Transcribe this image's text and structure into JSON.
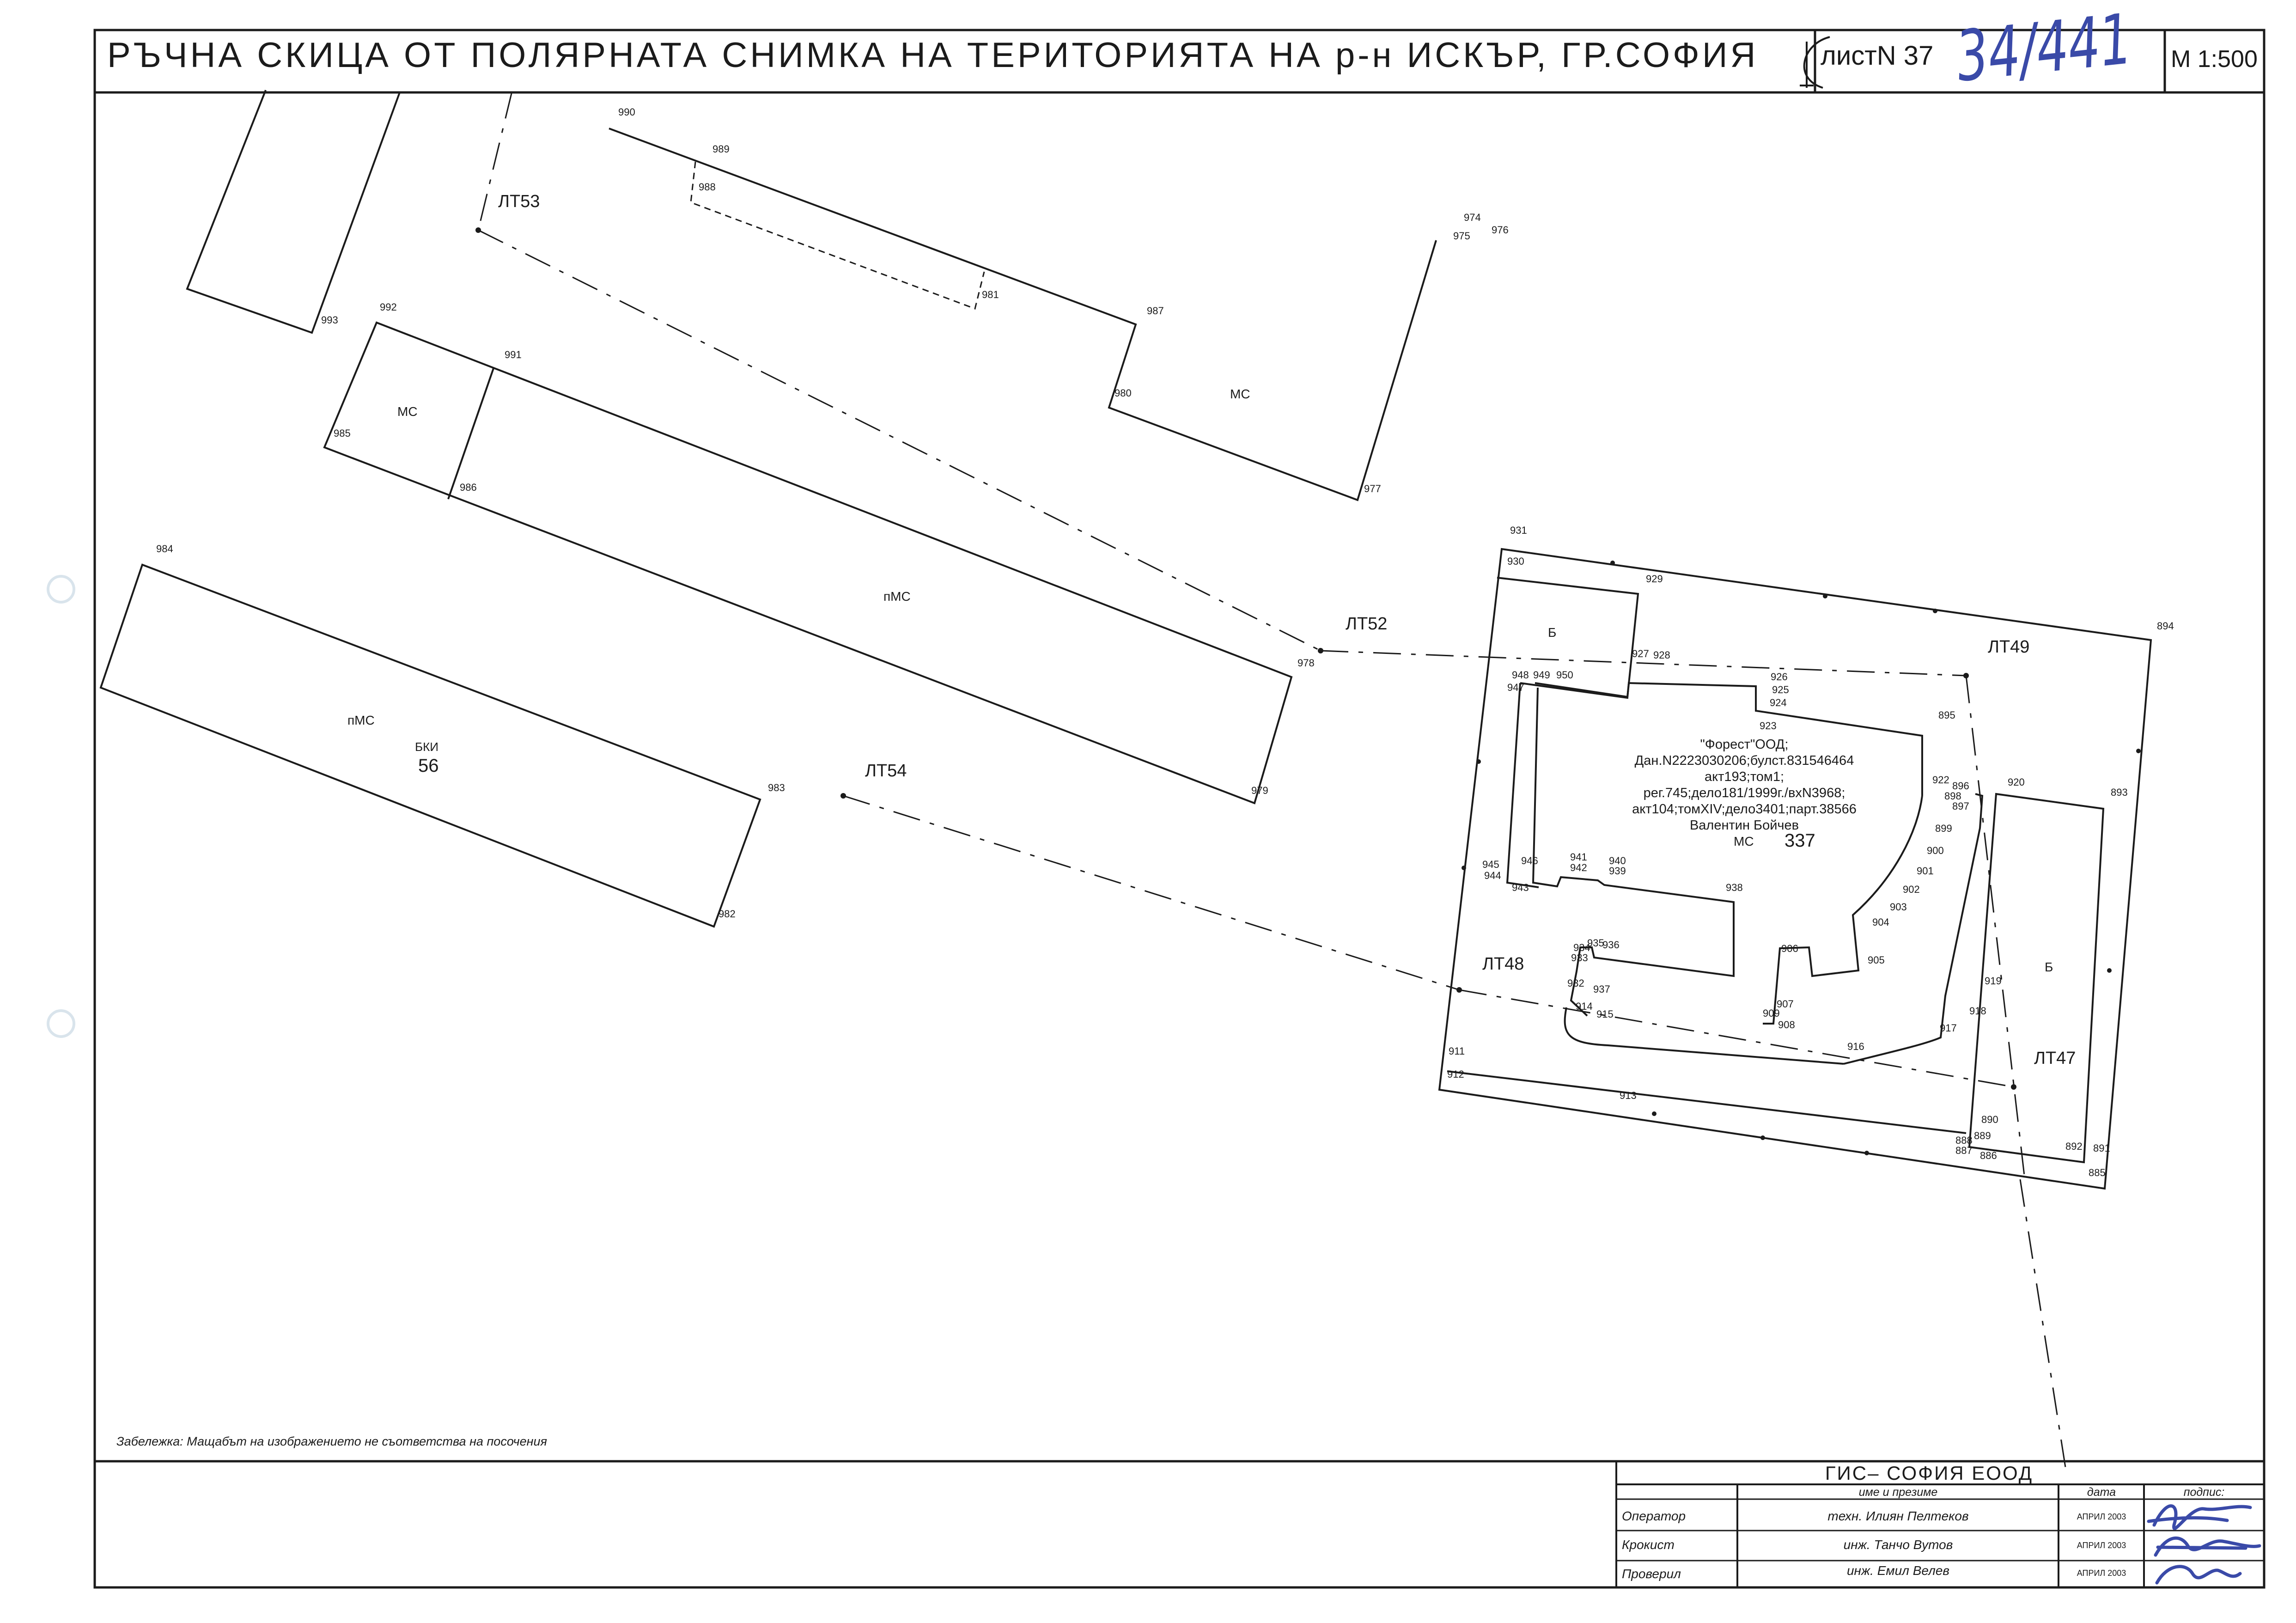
{
  "header": {
    "title": "РЪЧНА СКИЦА ОТ ПОЛЯРНАТА СНИМКА НА ТЕРИТОРИЯТА НА р-н ИСКЪР, ГР.СОФИЯ",
    "sheet_label": "листN 37",
    "handwritten_number": "34/441",
    "scale": "М 1:500"
  },
  "note": "Забележка: Мащабът на изображението не съответства на посочения",
  "owner_block": {
    "line1": "\"Форест\"ООД;",
    "line2": "Дан.N2223030206;булст.831546464",
    "line3": "акт193;том1;",
    "line4": "рег.745;дело181/1999г./вхN3968;",
    "line5": "акт104;томXIV;дело3401;парт.38566",
    "line6": "Валентин Бойчев"
  },
  "area_labels": {
    "ms_top_right": "МС",
    "ms_left": "МС",
    "pms_middle": "пМС",
    "pms_lower": "пМС",
    "bki": "БКИ",
    "parcel_56": "56",
    "b_upper": "Б",
    "b_right": "Б",
    "ms_parcel": "МС",
    "parcel_337": "337"
  },
  "station_labels": {
    "lt53": "ЛТ53",
    "lt52": "ЛТ52",
    "lt54": "ЛТ54",
    "lt49": "ЛТ49",
    "lt48": "ЛТ48",
    "lt47": "ЛТ47"
  },
  "point_numbers": {
    "p990": "990",
    "p989": "989",
    "p988": "988",
    "p981": "981",
    "p987": "987",
    "p980": "980",
    "p977": "977",
    "p974": "974",
    "p975": "975",
    "p976": "976",
    "p993": "993",
    "p992": "992",
    "p991": "991",
    "p985": "985",
    "p986": "986",
    "p978": "978",
    "p979": "979",
    "p984": "984",
    "p983": "983",
    "p982": "982",
    "p931": "931",
    "p930": "930",
    "p929": "929",
    "p894": "894",
    "p893": "893",
    "p927": "927",
    "p928": "928",
    "p926": "926",
    "p925": "925",
    "p924": "924",
    "p923": "923",
    "p895": "895",
    "p948": "948",
    "p949": "949",
    "p950": "950",
    "p947": "947",
    "p922": "922",
    "p896": "896",
    "p898": "898",
    "p897": "897",
    "p899": "899",
    "p900": "900",
    "p901": "901",
    "p902": "902",
    "p903": "903",
    "p904": "904",
    "p920": "920",
    "p945": "945",
    "p944": "944",
    "p943": "943",
    "p946": "946",
    "p941": "941",
    "p942": "942",
    "p940": "940",
    "p939": "939",
    "p938": "938",
    "p935": "935",
    "p934": "934",
    "p936": "936",
    "p933": "933",
    "p906": "906",
    "p905": "905",
    "p932": "932",
    "p937": "937",
    "p914": "914",
    "p915": "915",
    "p907": "907",
    "p909": "909",
    "p908": "908",
    "p919": "919",
    "p918": "918",
    "p917": "917",
    "p916": "916",
    "p911": "911",
    "p912": "912",
    "p913": "913",
    "p890": "890",
    "p889": "889",
    "p888": "888",
    "p887": "887",
    "p886": "886",
    "p892": "892",
    "p891": "891",
    "p885": "885"
  },
  "title_block": {
    "company": "ГИС– СОФИЯ ЕООД",
    "col_name": "име и презиме",
    "col_date": "дата",
    "col_sign": "подпис:",
    "rows": [
      {
        "role": "Оператор",
        "name": "техн. Илиян Пелтеков",
        "date": "АПРИЛ 2003"
      },
      {
        "role": "Крокист",
        "name": "инж. Танчо Вутов",
        "date": "АПРИЛ 2003"
      },
      {
        "role": "Проверил",
        "name": "инж. Емил Велев",
        "date": "АПРИЛ 2003"
      }
    ]
  }
}
